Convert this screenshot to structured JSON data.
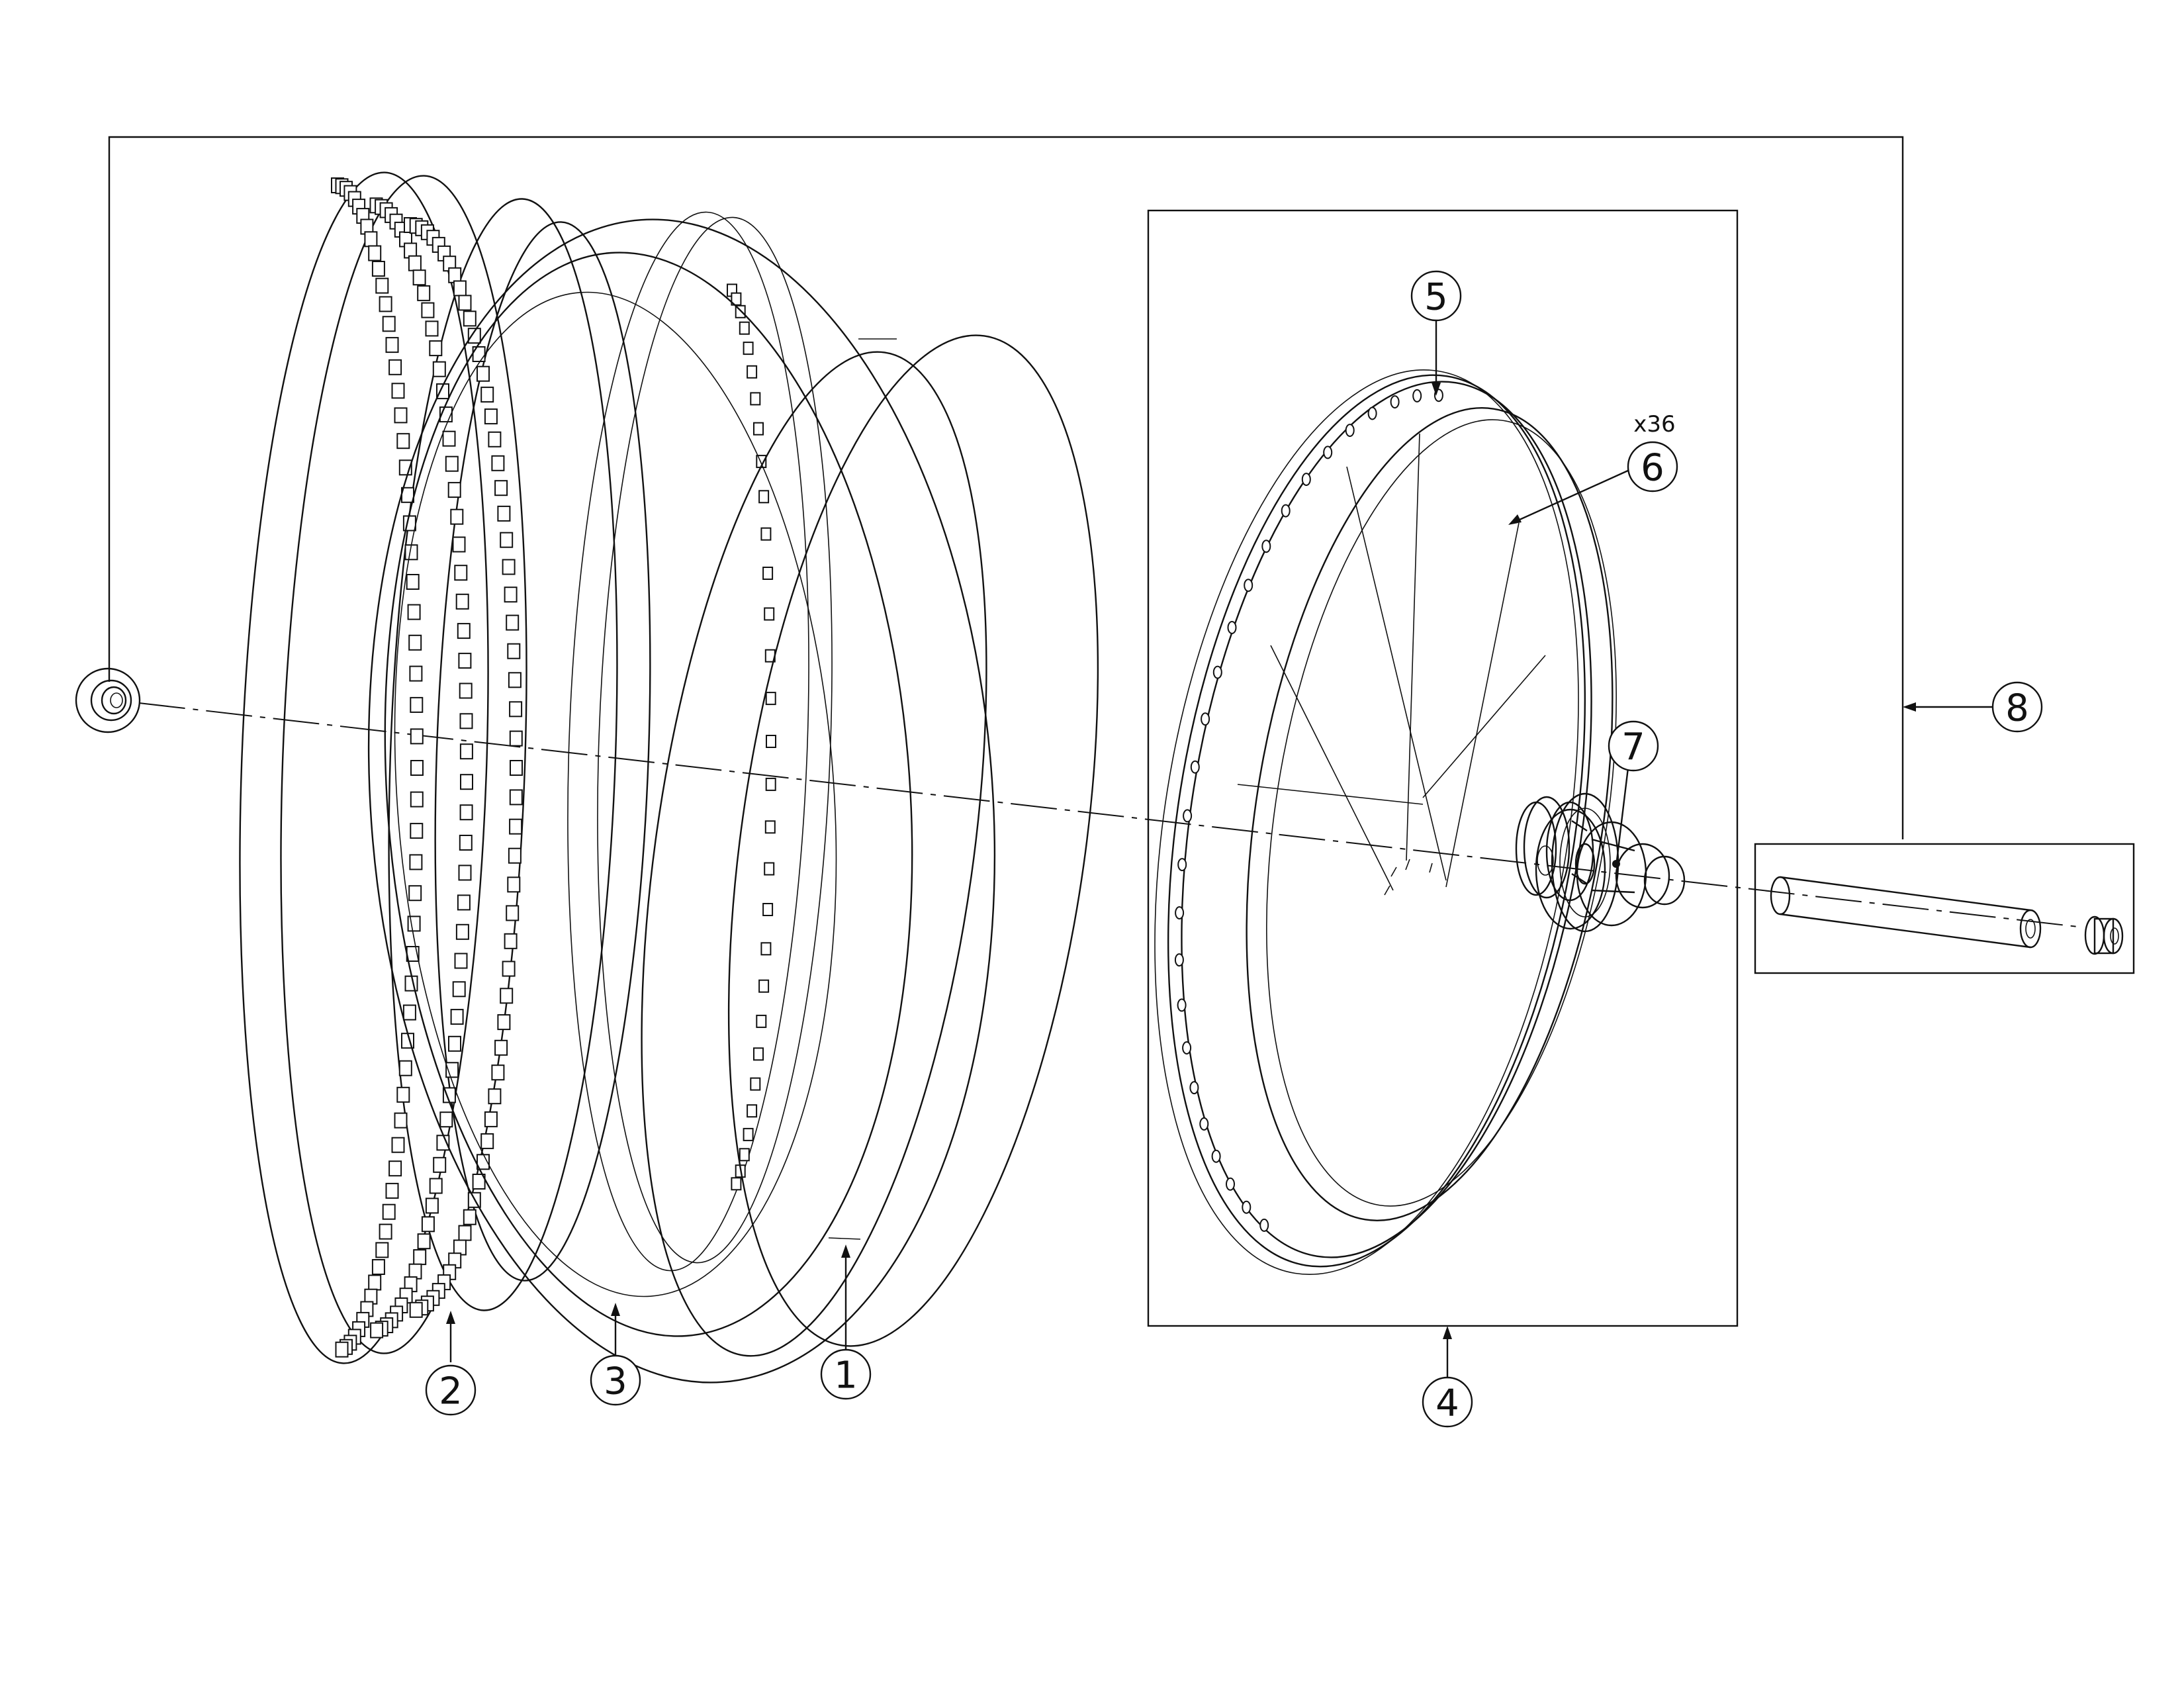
{
  "diagram": {
    "view": "exploded wheel assembly",
    "callouts": [
      {
        "id": "callout-1",
        "label": "1"
      },
      {
        "id": "callout-2",
        "label": "2"
      },
      {
        "id": "callout-3",
        "label": "3"
      },
      {
        "id": "callout-4",
        "label": "4"
      },
      {
        "id": "callout-5",
        "label": "5"
      },
      {
        "id": "callout-6",
        "label": "6",
        "quantity": "x36"
      },
      {
        "id": "callout-7",
        "label": "7"
      },
      {
        "id": "callout-8",
        "label": "8"
      }
    ],
    "components": [
      "tire-icon",
      "tube-icon",
      "rim-strip-icon",
      "rim-icon",
      "spoke-icon",
      "hub-icon",
      "thru-axle-icon",
      "axle-nut-icon"
    ]
  }
}
